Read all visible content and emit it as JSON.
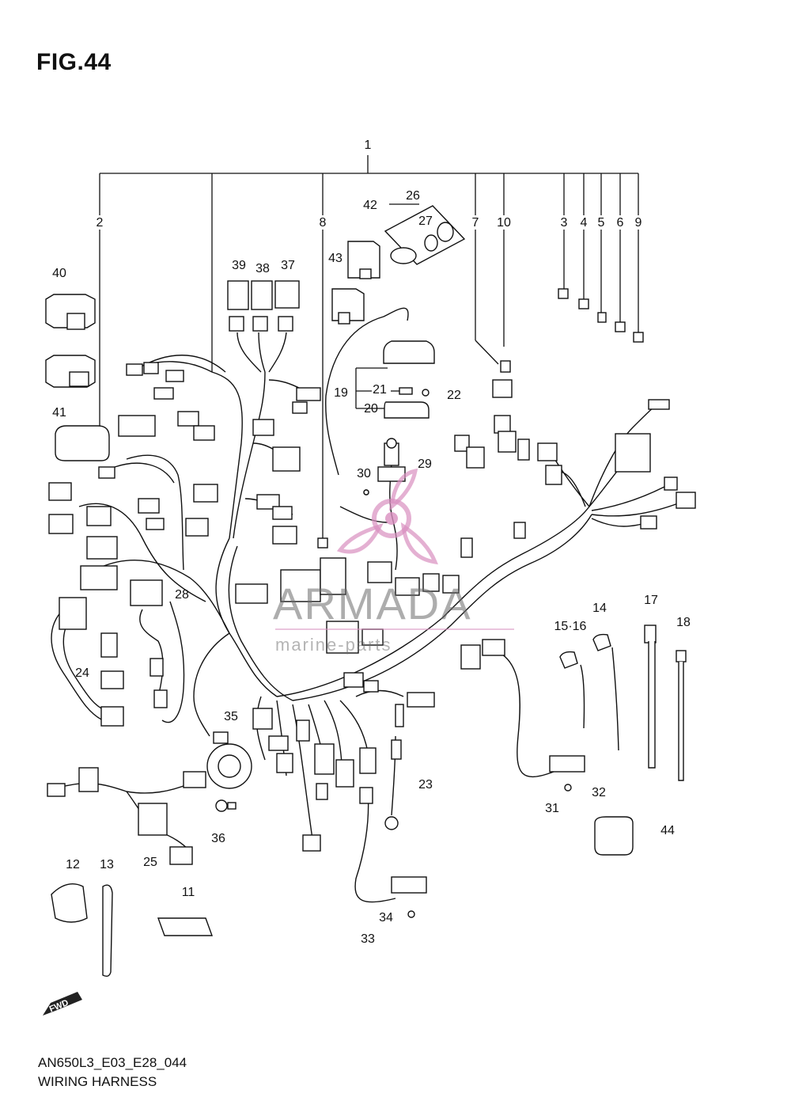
{
  "figure": {
    "title": "FIG.44",
    "code": "AN650L3_E03_E28_044",
    "name": "WIRING HARNESS"
  },
  "watermark": {
    "text": "ARMADA",
    "subtext": "marine-parts",
    "color": "#d98fbf"
  },
  "fwd_label": "FWD",
  "callouts": [
    "1",
    "2",
    "3",
    "4",
    "5",
    "6",
    "7",
    "8",
    "9",
    "10",
    "11",
    "12",
    "13",
    "14",
    "15·16",
    "17",
    "18",
    "19",
    "20",
    "21",
    "22",
    "23",
    "24",
    "25",
    "26",
    "27",
    "28",
    "29",
    "30",
    "31",
    "32",
    "33",
    "34",
    "35",
    "36",
    "37",
    "38",
    "39",
    "40",
    "41",
    "42",
    "43",
    "44"
  ]
}
